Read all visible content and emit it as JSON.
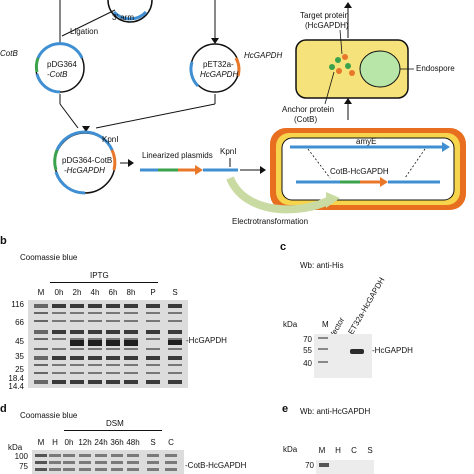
{
  "diagram": {
    "arm_label": "3' arm",
    "ligation": "Ligation",
    "cotb_left": "CotB",
    "plasmid_pdg364_cotb": [
      "pDG364",
      "-CotB"
    ],
    "plasmid_pet32a": [
      "pET32a-",
      "HcGAPDH"
    ],
    "hcgapdh_label": "HcGAPDH",
    "kpni_1": "KpnI",
    "kpni_2": "KpnI",
    "plasmid_final": [
      "pDG364-CotB",
      "-HcGAPDH"
    ],
    "linearized": "Linearized plasmids",
    "target_protein": [
      "Target protein",
      "(HcGAPDH)"
    ],
    "anchor_protein": [
      "Anchor protein",
      "(CotB)"
    ],
    "endospore": "Endospore",
    "amye": "amyE",
    "cotb_hcgapdh": "CotB-HcGAPDH",
    "electro": "Electrotransformation"
  },
  "panel_b": {
    "letter": "b",
    "stain": "Coomassie blue",
    "iptg": "IPTG",
    "lanes": [
      "M",
      "0h",
      "2h",
      "4h",
      "6h",
      "8h",
      "P",
      "S"
    ],
    "mw": [
      "116",
      "66",
      "45",
      "35",
      "25",
      "18.4",
      "14.4"
    ],
    "band": "HcGAPDH"
  },
  "panel_c": {
    "letter": "c",
    "title": "Wb: anti-His",
    "kda": "kDa",
    "lanes": [
      "M",
      "Vector",
      "pET32a-HcGAPDH"
    ],
    "mw": [
      "70",
      "55",
      "40"
    ],
    "band": "HcGAPDH"
  },
  "panel_d": {
    "letter": "d",
    "stain": "Coomassie blue",
    "dsm": "DSM",
    "kda": "kDa",
    "lanes": [
      "M",
      "H",
      "0h",
      "12h",
      "24h",
      "36h",
      "48h",
      "S",
      "C"
    ],
    "mw": [
      "100",
      "75"
    ],
    "band": "CotB-HcGAPDH"
  },
  "panel_e": {
    "letter": "e",
    "title": "Wb: anti-HcGAPDH",
    "kda": "kDa",
    "lanes": [
      "M",
      "H",
      "C",
      "S"
    ],
    "mw": [
      "70"
    ]
  },
  "colors": {
    "plasmid_blue": "#3f8fd2",
    "cotb_green": "#3aa24b",
    "insert_orange": "#e8772a",
    "cell_fill": "#f5e27a",
    "cell_outer": "#e86f1f",
    "endospore_fill": "#b8e6a8",
    "gel_bg": "#dcdcdc",
    "band_dark": "#2b2b2b"
  }
}
